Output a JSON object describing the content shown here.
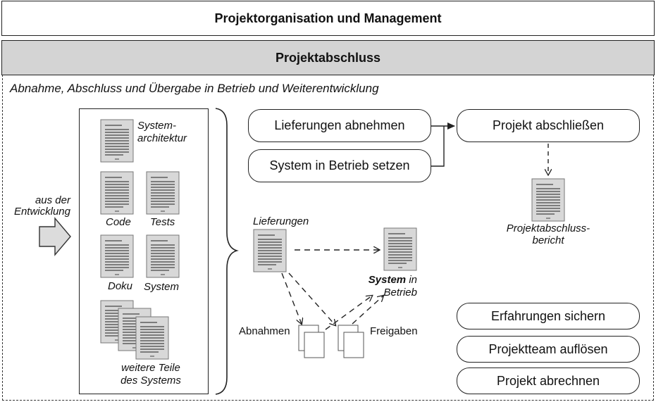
{
  "header": {
    "title": "Projektorganisation und Management",
    "phase": "Projektabschluss",
    "subtitle": "Abnahme, Abschluss und Übergabe in Betrieb und Weiterentwicklung"
  },
  "input": {
    "label_line1": "aus der",
    "label_line2": "Entwicklung"
  },
  "documents": {
    "systemarchitektur_1": "System-",
    "systemarchitektur_2": "architektur",
    "code": "Code",
    "tests": "Tests",
    "doku": "Doku",
    "system": "System",
    "weitere_1": "weitere Teile",
    "weitere_2": "des Systems"
  },
  "flow": {
    "lieferungen": "Lieferungen",
    "system_bold": "System",
    "system_in": " in",
    "betrieb": "Betrieb",
    "abnahmen": "Abnahmen",
    "freigaben": "Freigaben"
  },
  "activities": {
    "lieferungen_abnehmen": "Lieferungen abnehmen",
    "system_in_betrieb": "System in Betrieb setzen",
    "projekt_abschliessen": "Projekt abschließen",
    "erfahrungen": "Erfahrungen sichern",
    "projektteam": "Projektteam auflösen",
    "abrechnen": "Projekt abrechnen"
  },
  "report": {
    "line1": "Projektabschluss-",
    "line2": "bericht"
  }
}
